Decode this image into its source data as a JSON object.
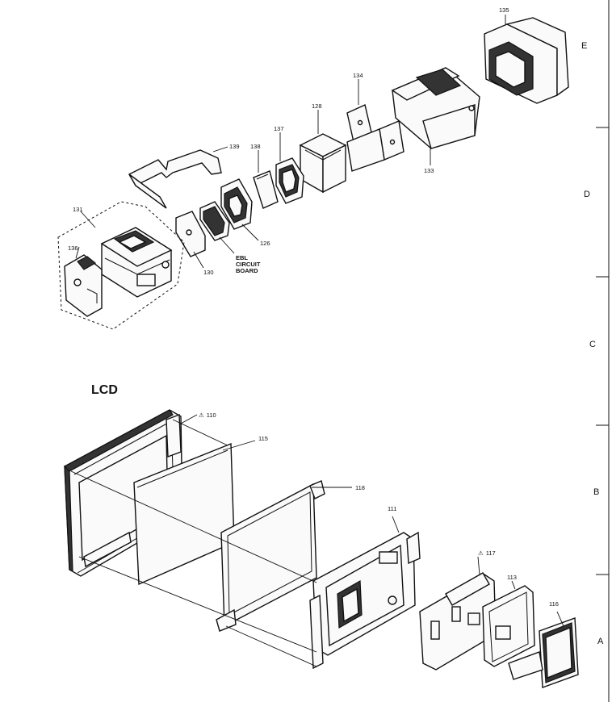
{
  "section_title": "LCD",
  "zone_letters": [
    "E",
    "D",
    "C",
    "B",
    "A"
  ],
  "part_numbers": {
    "p110": "110",
    "p111": "111",
    "p113": "113",
    "p115": "115",
    "p116": "116",
    "p117": "117",
    "p118": "118",
    "p126": "126",
    "p128": "128",
    "p130": "130",
    "p131": "131",
    "p133": "133",
    "p134": "134",
    "p135": "135",
    "p136": "136",
    "p137": "137",
    "p138": "138",
    "p139": "139"
  },
  "ebl_label": [
    "EBL",
    "CIRCUIT",
    "BOARD"
  ],
  "safety_mark": "⚠"
}
